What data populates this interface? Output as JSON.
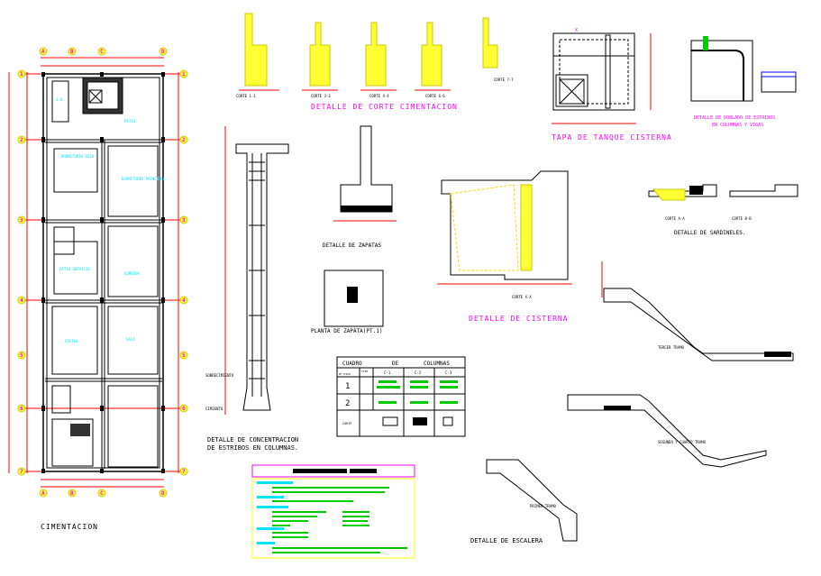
{
  "colors": {
    "lines": "#000000",
    "dimensions": "#ff0000",
    "concrete": "#ffff33",
    "annotations": "#00cc00",
    "titles_accent": "#ff00ff",
    "room_text": "#00e5ff"
  },
  "plan": {
    "title": "CIMENTACION",
    "grid_columns": [
      "A",
      "B",
      "C",
      "D"
    ],
    "grid_rows": [
      "1",
      "2",
      "3",
      "4",
      "5",
      "6",
      "7"
    ],
    "rooms": [
      "DORMITORIO HIJO",
      "DORMITORIO PRINCIPAL",
      "S.H.",
      "PATIO",
      "COMEDOR",
      "PATIO SERVICIO",
      "COCINA",
      "SALA"
    ]
  },
  "details": {
    "corte_cimentacion": {
      "title": "DETALLE   DE   CORTE   CIMENTACION",
      "cuts": [
        "CORTE 1-1",
        "CORTE 3-3",
        "CORTE 4-4",
        "CORTE 6-6",
        "CORTE 7-7"
      ]
    },
    "tapa_tanque": {
      "title": "TAPA  DE TANQUE CISTERNA",
      "axis": "X"
    },
    "doblado": {
      "title_line1": "DETALLE DE DOBLADO DE ESTRIBOS",
      "title_line2": "EN COLUMNAS Y VIGAS"
    },
    "concentracion": {
      "title_line1": "DETALLE  DE  CONCENTRACION",
      "title_line2": "DE  ESTRIBOS  EN  COLUMNAS.",
      "labels": [
        "SOBRECIMIENTO",
        "CIMIENTO"
      ]
    },
    "zapatas": {
      "title": "DETALLE DE ZAPATAS"
    },
    "planta_zapata": {
      "title": "PLANTA DE ZAPATA(PT.1)"
    },
    "cisterna": {
      "title": "DETALLE DE CISTERNA",
      "cut": "CORTE X-X"
    },
    "sardineles": {
      "title": "DETALLE DE SARDINELES.",
      "cuts": [
        "CORTE A-A",
        "CORTE B-B"
      ]
    },
    "escalera": {
      "title": "DETALLE DE ESCALERA",
      "flights": [
        "TERCER TRAMO",
        "SEGUNDO Y CUARTO TRAMO",
        "PRIMER TRAMO"
      ]
    }
  },
  "cuadro_columnas": {
    "title": [
      "CUADRO",
      "DE",
      "COLUMNAS"
    ],
    "header_type": "TIPO",
    "header_floor": "Nº PISO",
    "columns": [
      "C-1",
      "C-2",
      "C-3"
    ],
    "floors": [
      "1",
      "2"
    ],
    "last_row": "CORTE"
  }
}
